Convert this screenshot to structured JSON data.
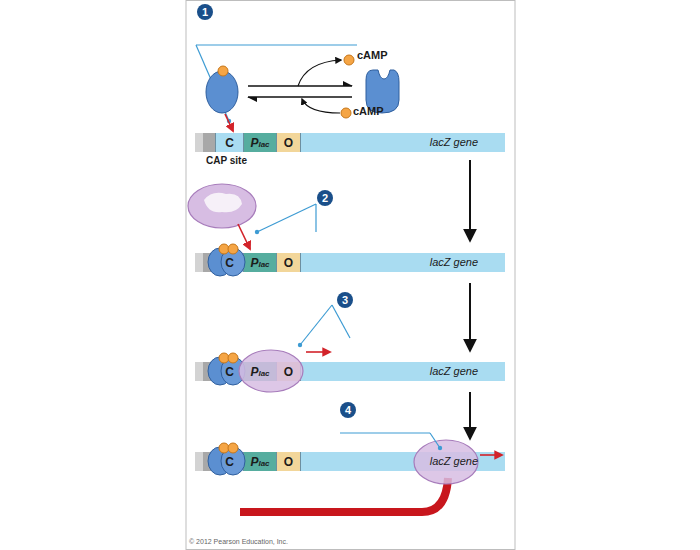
{
  "diagram": {
    "nodes": [
      {
        "text": [
          "C"
        ]
      },
      {
        "text": [
          "Plac"
        ]
      },
      {
        "text": [
          "O"
        ]
      },
      {
        "text": [
          "lacZ gene"
        ]
      },
      {
        "text": [
          "C"
        ]
      },
      {
        "text": [
          "Plac"
        ]
      },
      {
        "text": [
          "O"
        ]
      },
      {
        "text": [
          "lacZ gene"
        ]
      },
      {
        "text": [
          "C"
        ]
      },
      {
        "text": [
          "Plac"
        ]
      },
      {
        "text": [
          "O"
        ]
      },
      {
        "text": [
          "lacZ gene"
        ]
      },
      {
        "text": [
          "C"
        ]
      },
      {
        "text": [
          "Plac"
        ]
      },
      {
        "text": [
          "O"
        ]
      },
      {
        "text": [
          "lacZ gene"
        ]
      }
    ],
    "labels": [
      "1",
      "cAMP",
      "cAMP",
      "CAP site",
      "2",
      "3",
      "4",
      "© 2012 Pearson Education, Inc."
    ]
  }
}
